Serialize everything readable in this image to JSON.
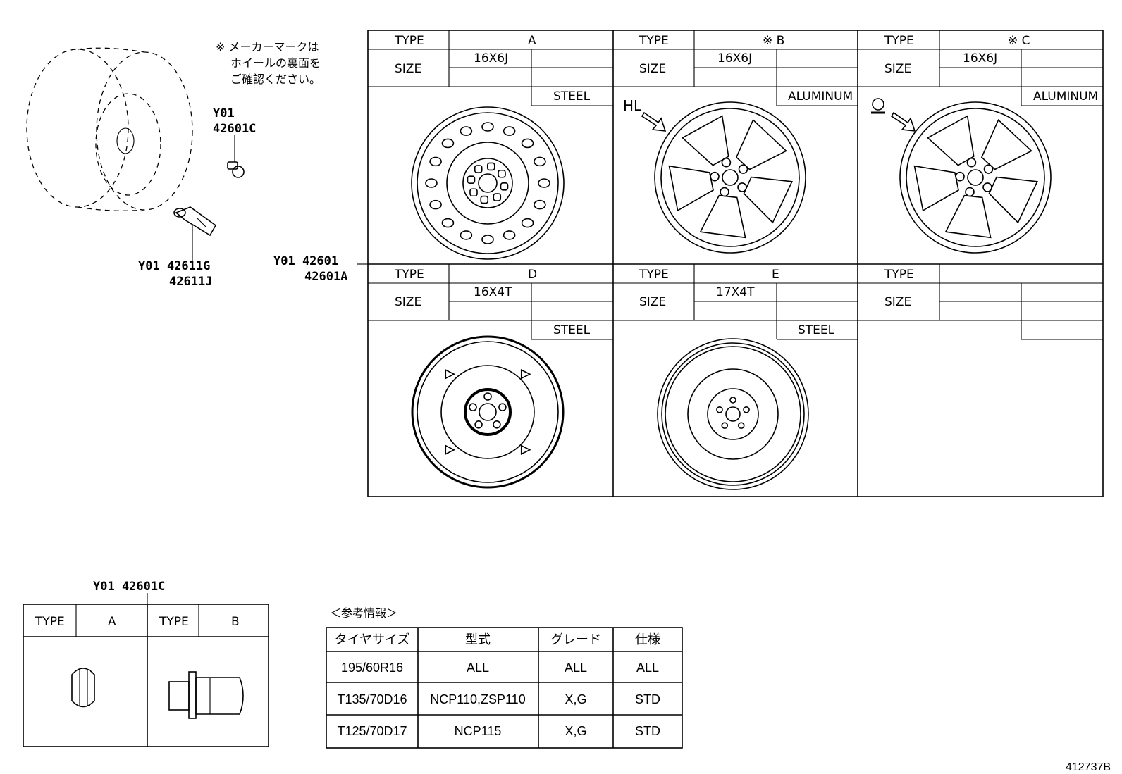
{
  "maker_note": [
    "※ メーカーマークは",
    "ホイールの裏面を",
    "ご確認ください。"
  ],
  "callouts": {
    "cap_code1": "Y01",
    "cap_code2": "42601C",
    "valve_line1": "Y01 42611G",
    "valve_line2": "42611J",
    "wheel_line1": "Y01 42601",
    "wheel_line2": "42601A",
    "nut_label": "Y01 42601C"
  },
  "grid_header": {
    "type_label": "TYPE",
    "size_label": "SIZE"
  },
  "panels": [
    {
      "type": "A",
      "size": "16X6J",
      "material": "STEEL"
    },
    {
      "type": "※ B",
      "size": "16X6J",
      "material": "ALUMINUM",
      "marker": "HL"
    },
    {
      "type": "※ C",
      "size": "16X6J",
      "material": "ALUMINUM"
    },
    {
      "type": "D",
      "size": "16X4T",
      "material": "STEEL"
    },
    {
      "type": "E",
      "size": "17X4T",
      "material": "STEEL"
    },
    {
      "type": "",
      "size": "",
      "material": ""
    }
  ],
  "nut_table": {
    "type_label": "TYPE",
    "type_a": "A",
    "type_b": "B"
  },
  "ref_info": {
    "title": "＜参考情報＞",
    "headers": [
      "タイヤサイズ",
      "型式",
      "グレード",
      "仕様"
    ],
    "rows": [
      [
        "195/60R16",
        "ALL",
        "ALL",
        "ALL"
      ],
      [
        "T135/70D16",
        "NCP110,ZSP110",
        "X,G",
        "STD"
      ],
      [
        "T125/70D17",
        "NCP115",
        "X,G",
        "STD"
      ]
    ]
  },
  "diagram_id": "412737B"
}
